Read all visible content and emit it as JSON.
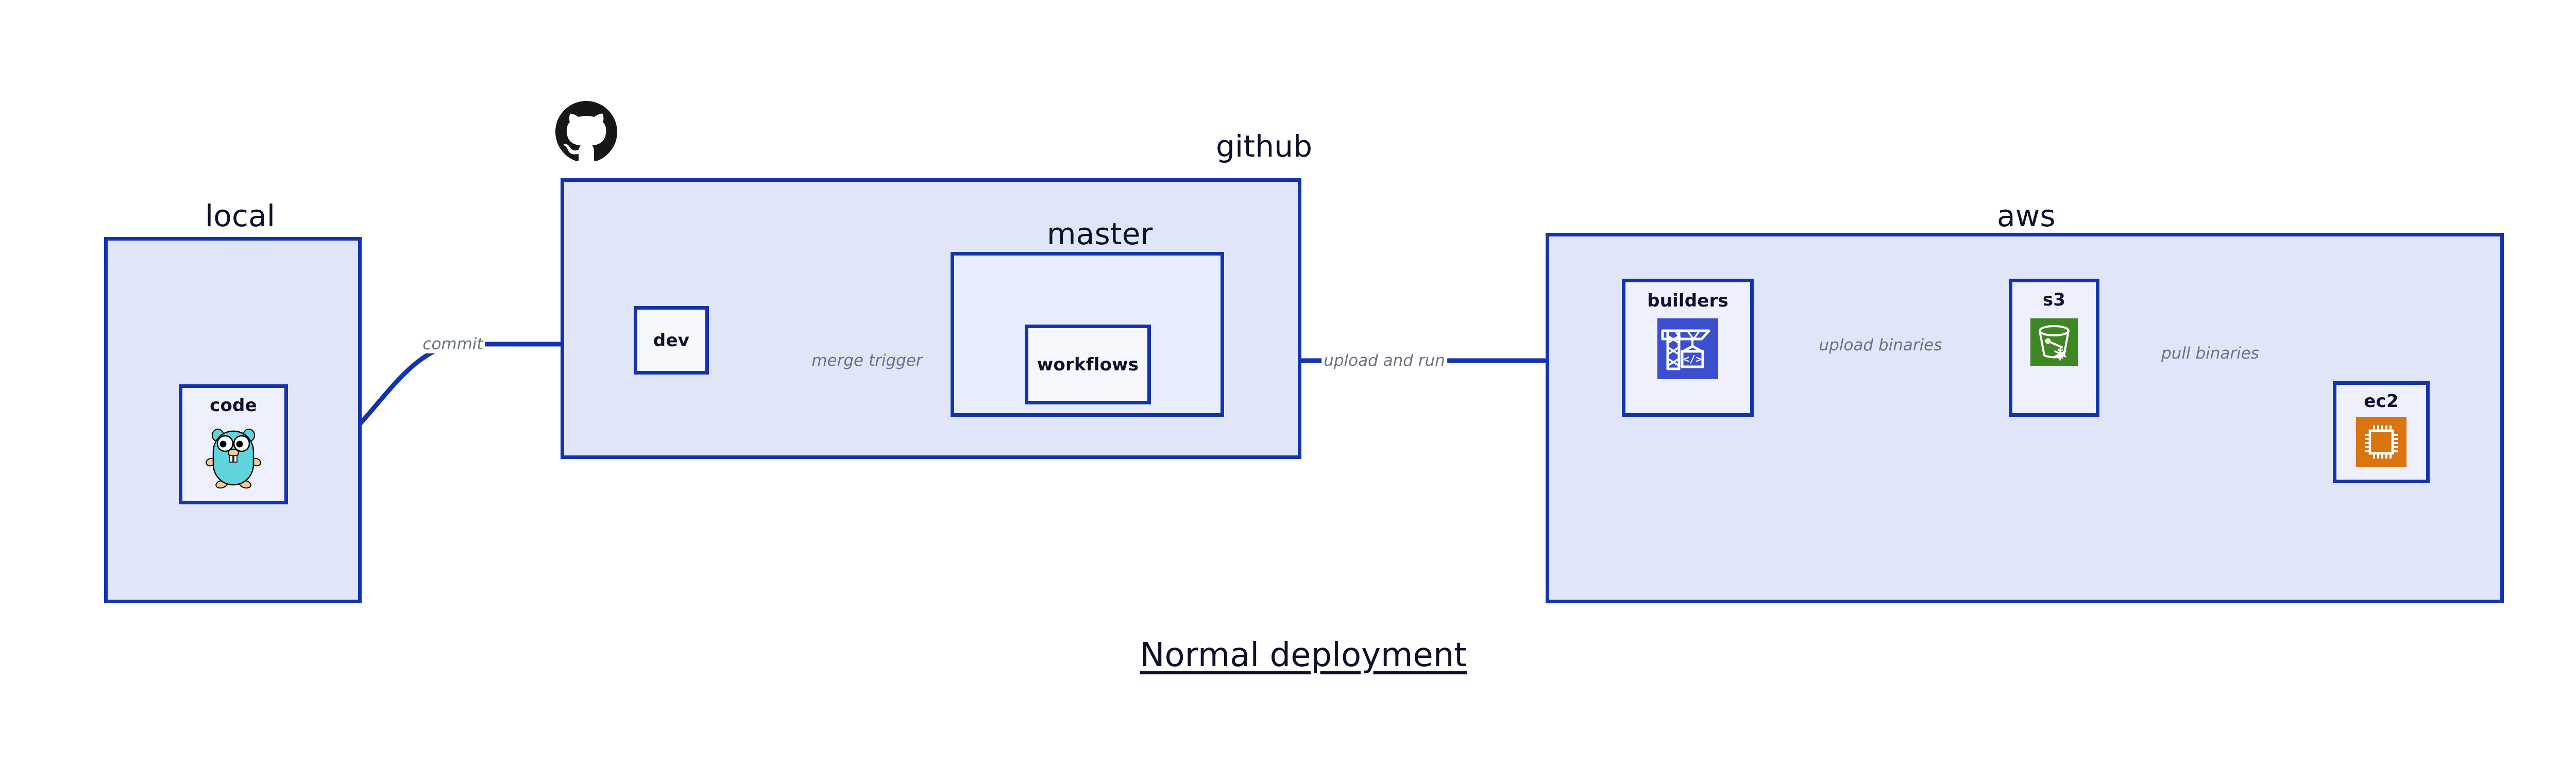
{
  "diagram": {
    "title": "Normal deployment",
    "background": "#ffffff",
    "accent_border": "#1434ad",
    "container_fill": "#e0e6f8",
    "subcontainer_fill": "#e8edfb",
    "node_fill": "#eef1fd",
    "label_color": "#0d1129",
    "edge_label_color": "#6b7280"
  },
  "groups": {
    "local": {
      "label": "local"
    },
    "github": {
      "label": "github"
    },
    "master": {
      "label": "master"
    },
    "aws": {
      "label": "aws"
    }
  },
  "nodes": {
    "code": {
      "label": "code",
      "icon": "go-gopher-icon"
    },
    "dev": {
      "label": "dev",
      "icon": "none"
    },
    "workflows": {
      "label": "workflows",
      "icon": "none"
    },
    "builders": {
      "label": "builders",
      "icon": "aws-builders-crane-icon",
      "icon_color": "#3b4fd0"
    },
    "s3": {
      "label": "s3",
      "icon": "aws-s3-bucket-icon",
      "icon_color": "#3f8624"
    },
    "ec2": {
      "label": "ec2",
      "icon": "aws-ec2-chip-icon",
      "icon_color": "#d9740f"
    }
  },
  "edges": [
    {
      "id": "commit",
      "label": "commit",
      "from": "code",
      "to": "dev"
    },
    {
      "id": "merge-trigger",
      "label": "merge trigger",
      "from": "dev",
      "to": "workflows"
    },
    {
      "id": "upload-and-run",
      "label": "upload and run",
      "from": "workflows",
      "to": "builders"
    },
    {
      "id": "upload-binaries",
      "label": "upload binaries",
      "from": "builders",
      "to": "s3"
    },
    {
      "id": "pull-binaries",
      "label": "pull binaries",
      "from": "s3",
      "to": "ec2"
    }
  ],
  "logo": {
    "name": "github-octocat-logo",
    "color": "#181717"
  }
}
